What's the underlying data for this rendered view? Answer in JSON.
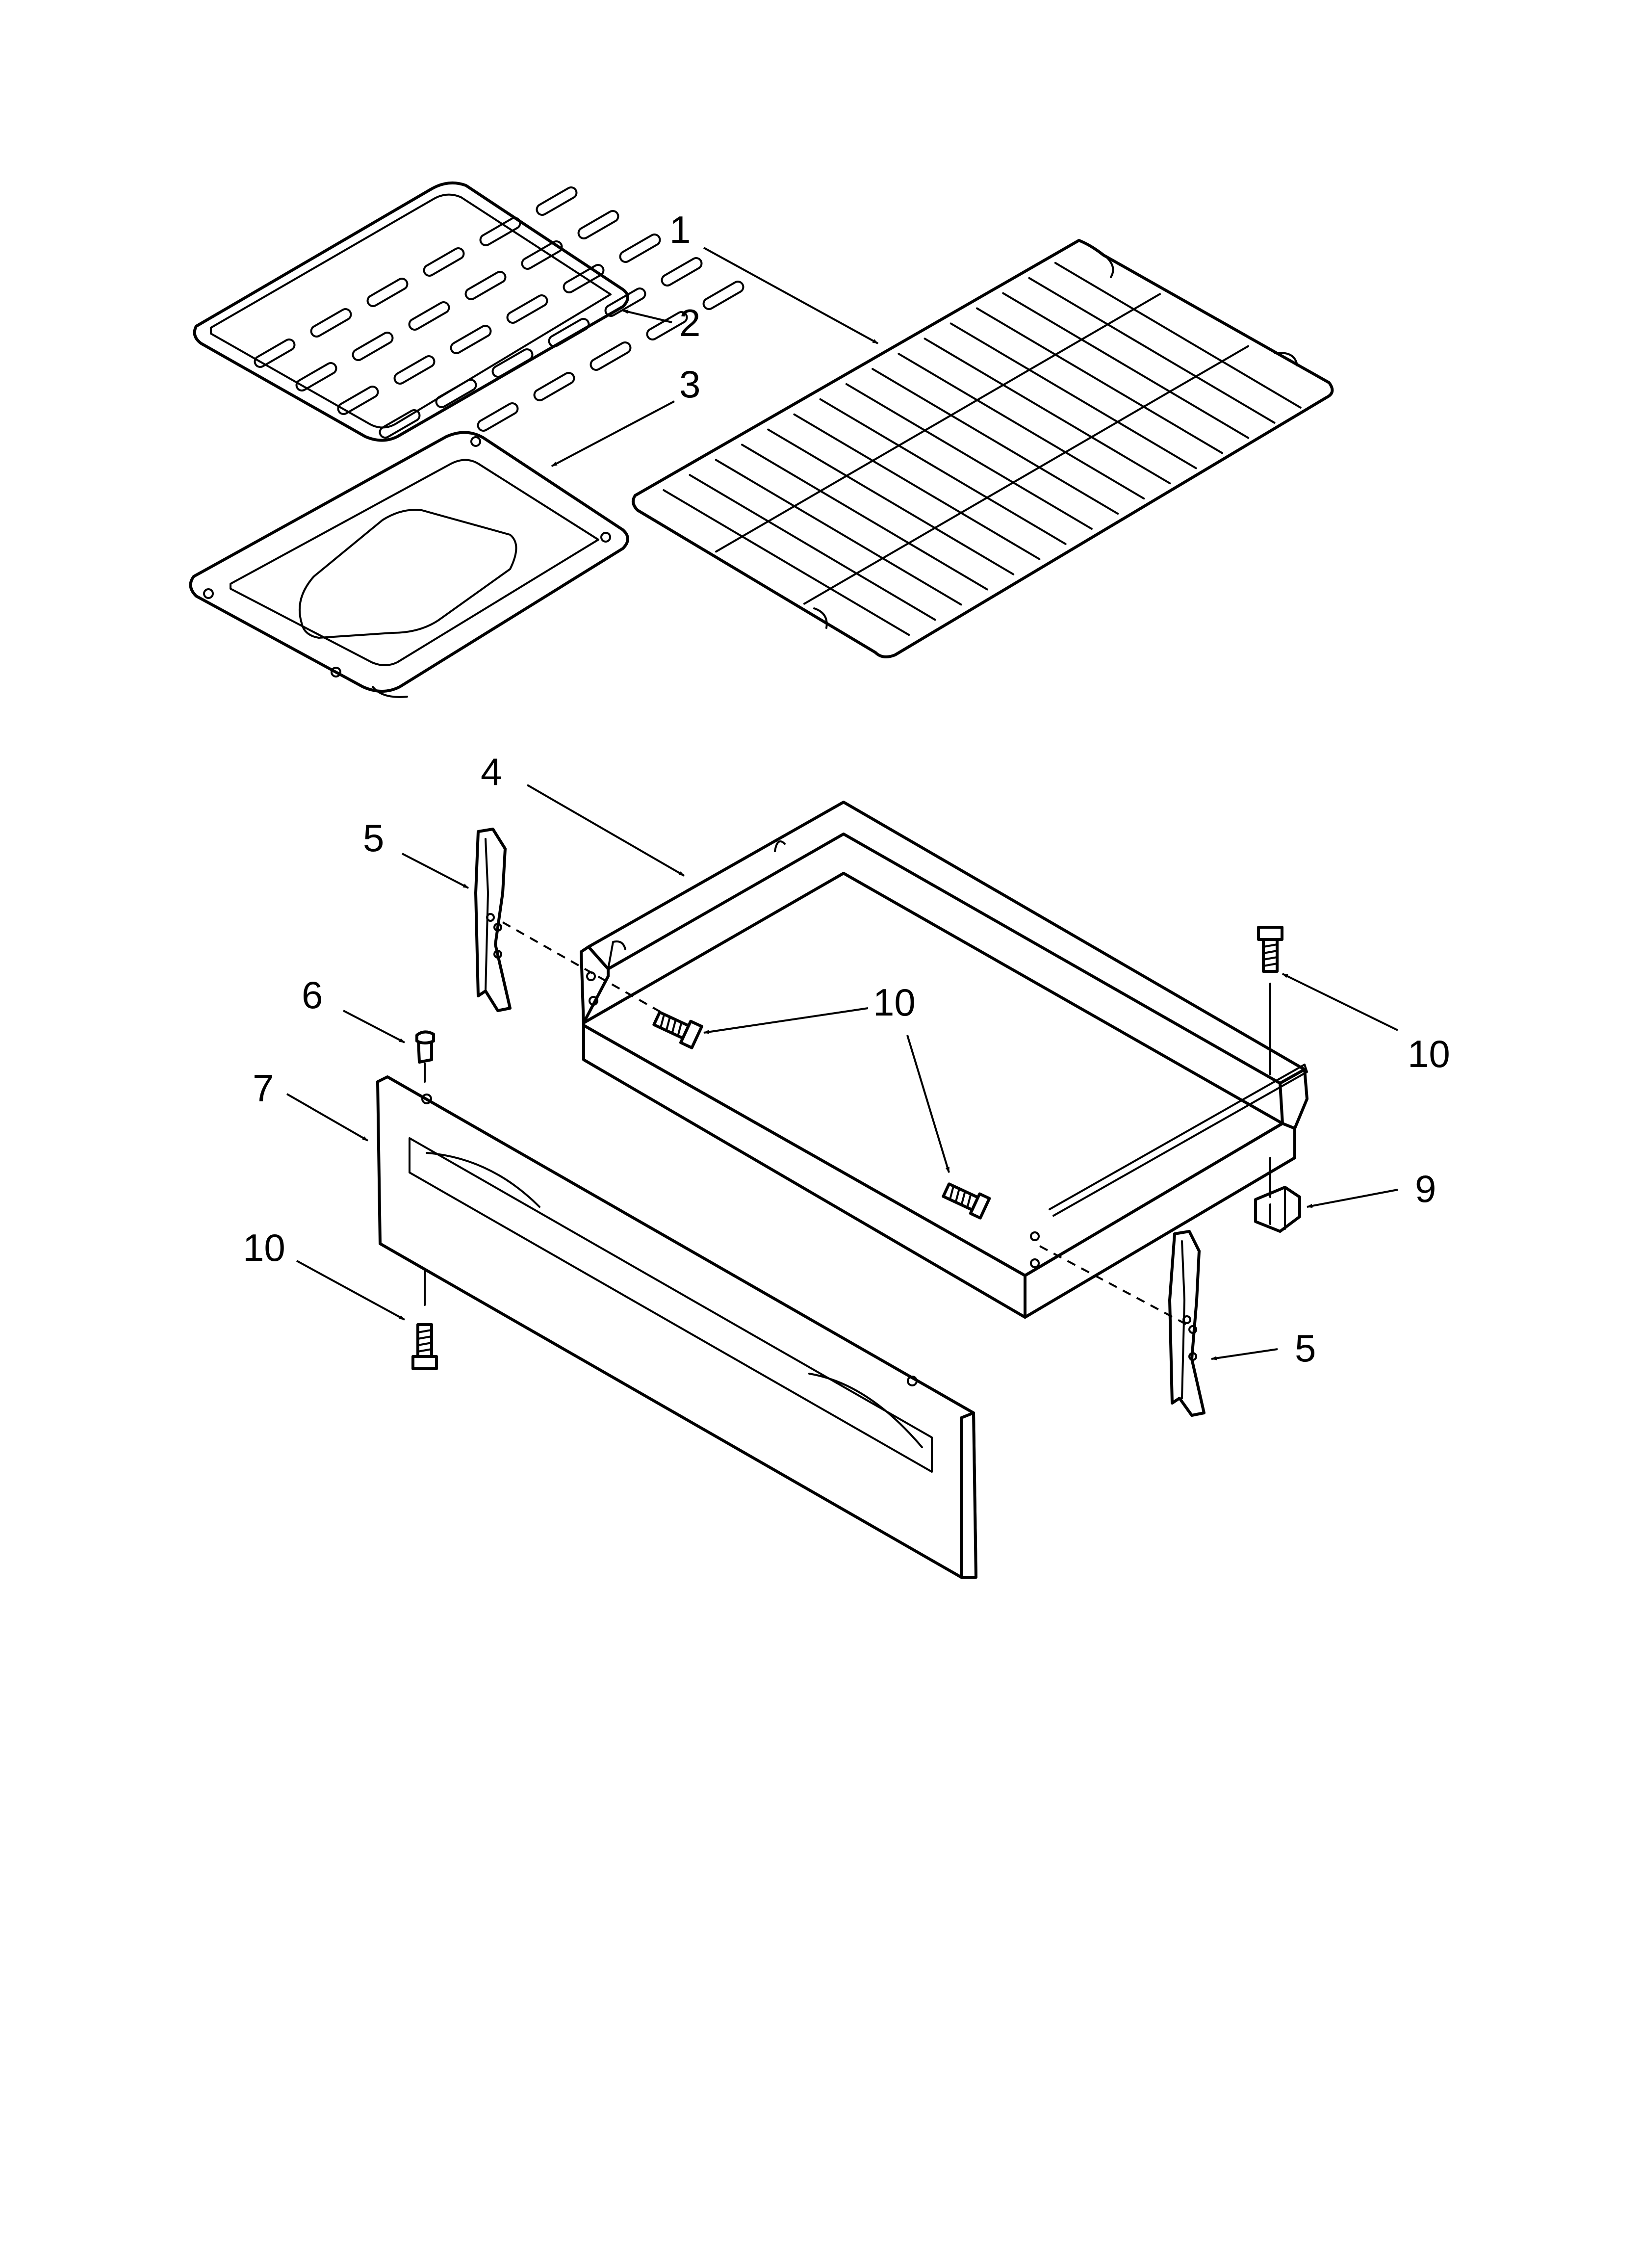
{
  "callouts": {
    "c1": "1",
    "c2": "2",
    "c3": "3",
    "c4": "4",
    "c5a": "5",
    "c5b": "5",
    "c6": "6",
    "c7": "7",
    "c9": "9",
    "c10a": "10",
    "c10b": "10",
    "c10c": "10"
  },
  "parts": [
    {
      "callout": "1",
      "icon": "oven-rack-icon"
    },
    {
      "callout": "2",
      "icon": "broiler-grid-icon"
    },
    {
      "callout": "3",
      "icon": "broiler-pan-icon"
    },
    {
      "callout": "4",
      "icon": "drawer-box-icon"
    },
    {
      "callout": "5",
      "icon": "drawer-slide-icon"
    },
    {
      "callout": "6",
      "icon": "drawer-stop-icon"
    },
    {
      "callout": "7",
      "icon": "drawer-front-panel-icon"
    },
    {
      "callout": "9",
      "icon": "drawer-clip-icon"
    },
    {
      "callout": "10",
      "icon": "screw-icon"
    }
  ],
  "colors": {
    "line": "#000000",
    "background": "#ffffff"
  }
}
